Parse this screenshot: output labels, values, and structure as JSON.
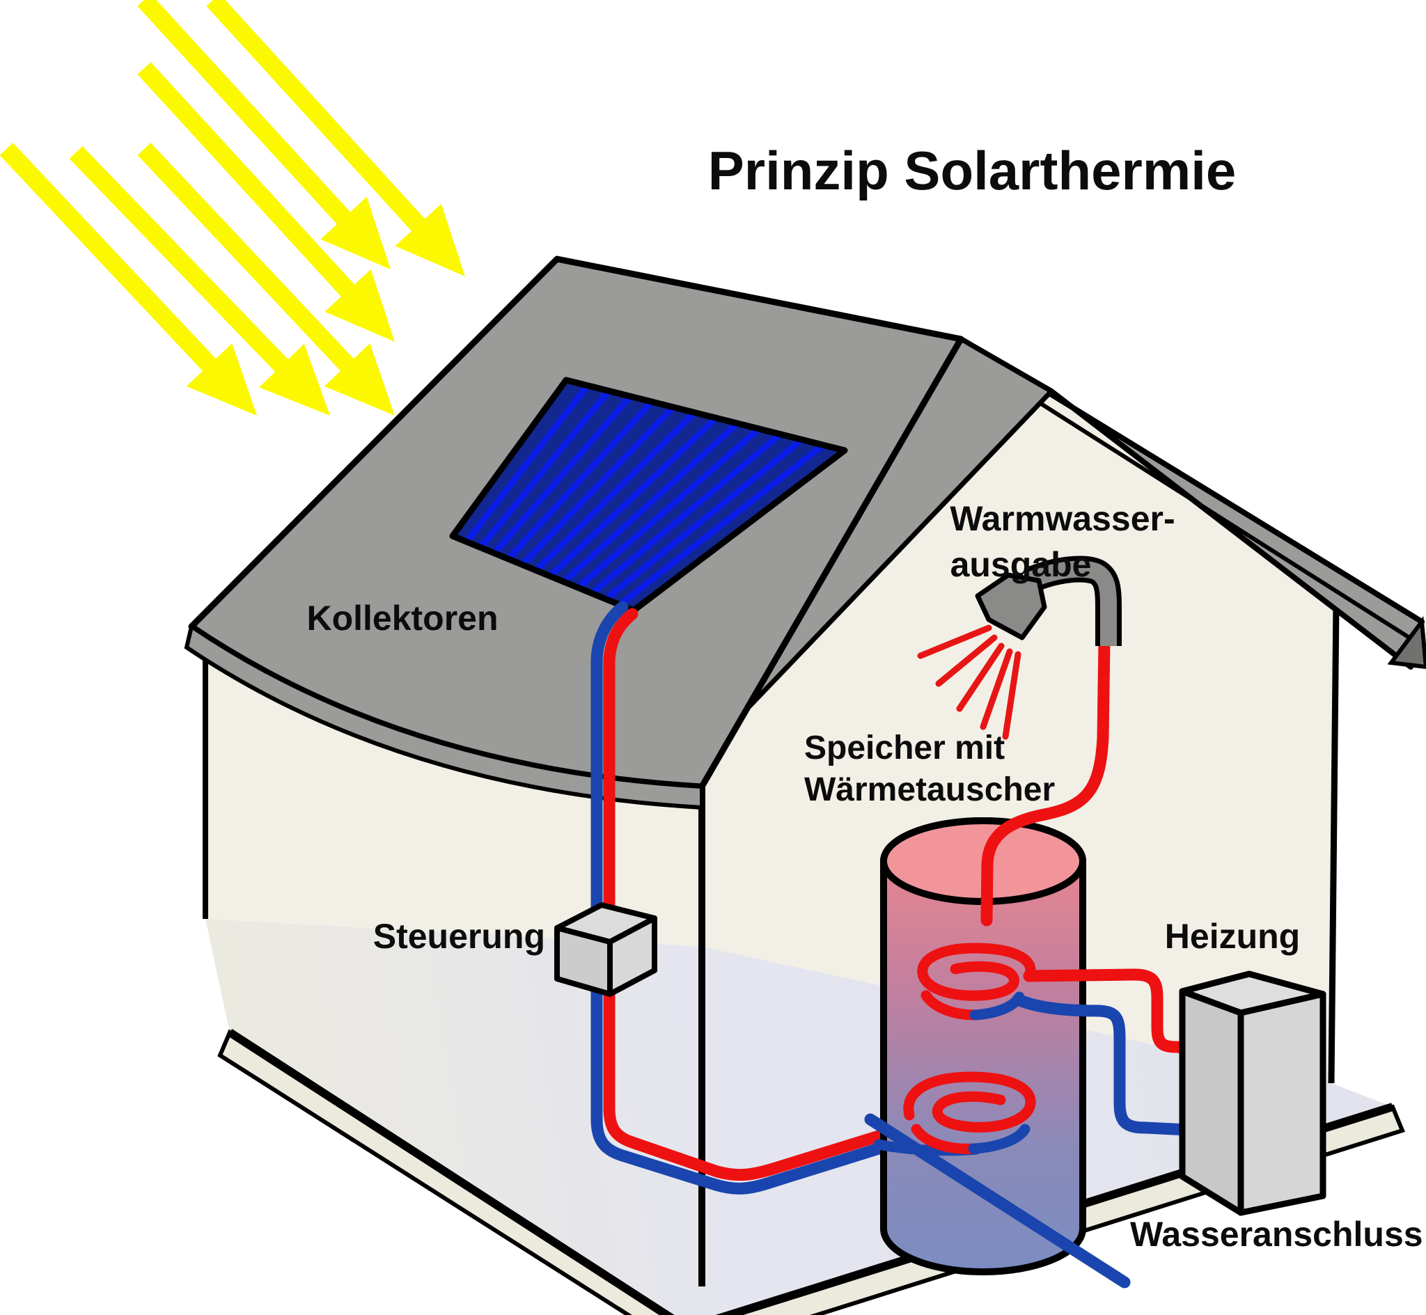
{
  "title": "Prinzip Solarthermie",
  "labels": {
    "collectors": "Kollektoren",
    "hot_water_line1": "Warmwasser-",
    "hot_water_line2": "ausgabe",
    "storage_line1": "Speicher mit",
    "storage_line2": "Wärmetauscher",
    "control": "Steuerung",
    "heating": "Heizung",
    "water_connection": "Wasseranschluss"
  },
  "components": {
    "sun_rays": "6 yellow arrows pointing at the collector roof",
    "collector_panel": "blue striped solar collector on grey roof",
    "storage_tank": "cylindrical tank, red (hot, top) to blue (cold, bottom) gradient, two heat-exchanger coils",
    "control_unit": "grey cube on supply/return pipes",
    "heater": "grey box connected with red supply and blue return pipe",
    "shower": "grey shower head with red hot-water spray",
    "water_inlet": "blue diagonal cold-water line into tank bottom"
  },
  "colors": {
    "sun_ray": "#FCF800",
    "roof_grey": "#9B9B99",
    "roof_edge_dark": "#71716F",
    "wall_beige": "#F2EFE6",
    "floor_grey": "#E4E5EE",
    "panel_navy": "#12278F",
    "panel_stripe": "#0A1CE8",
    "pipe_hot": "#EE1111",
    "pipe_cold": "#1A45AE",
    "box_grey": "#D2D2D2",
    "outline": "#000000"
  }
}
